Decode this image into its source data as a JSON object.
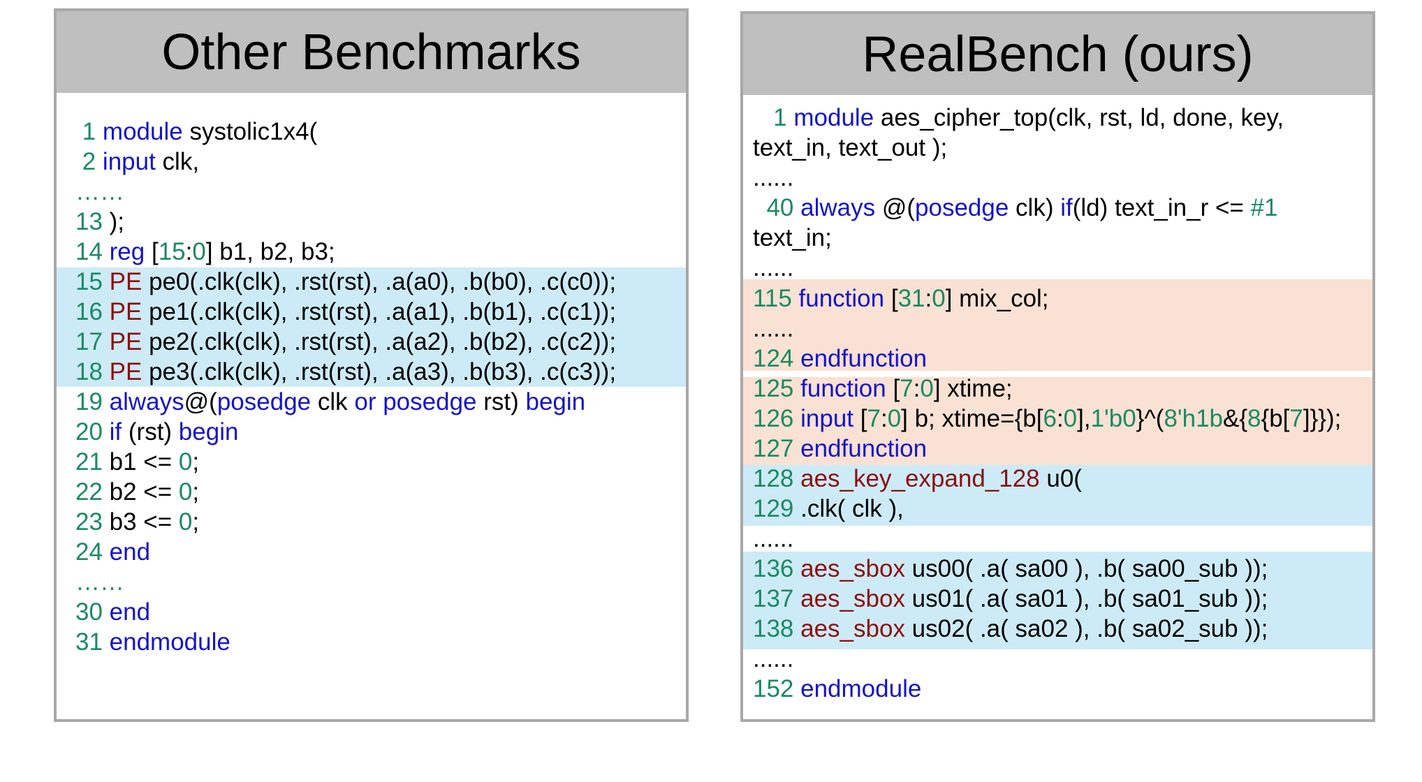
{
  "left": {
    "title": "Other Benchmarks",
    "lines": [
      [
        [
          "n",
          " 1 "
        ],
        [
          "k",
          "module"
        ],
        [
          "t",
          " systolic1x4("
        ]
      ],
      [
        [
          "n",
          " 2 "
        ],
        [
          "k",
          "input"
        ],
        [
          "t",
          " clk,"
        ]
      ],
      [
        [
          "n",
          "……"
        ]
      ],
      [
        [
          "n",
          "13 "
        ],
        [
          "t",
          ");"
        ]
      ],
      [
        [
          "n",
          "14 "
        ],
        [
          "k",
          "reg"
        ],
        [
          "t",
          " ["
        ],
        [
          "d",
          "15"
        ],
        [
          "t",
          ":"
        ],
        [
          "d",
          "0"
        ],
        [
          "t",
          "] b1, b2, b3;"
        ]
      ],
      [
        [
          "n",
          "15 "
        ],
        [
          "m",
          "PE"
        ],
        [
          "t",
          " pe0(.clk(clk), .rst(rst), .a(a0), .b(b0), .c(c0));"
        ]
      ],
      [
        [
          "n",
          "16 "
        ],
        [
          "m",
          "PE"
        ],
        [
          "t",
          " pe1(.clk(clk), .rst(rst), .a(a1), .b(b1), .c(c1));"
        ]
      ],
      [
        [
          "n",
          "17 "
        ],
        [
          "m",
          "PE"
        ],
        [
          "t",
          " pe2(.clk(clk), .rst(rst), .a(a2), .b(b2), .c(c2));"
        ]
      ],
      [
        [
          "n",
          "18 "
        ],
        [
          "m",
          "PE"
        ],
        [
          "t",
          " pe3(.clk(clk), .rst(rst), .a(a3), .b(b3), .c(c3));"
        ]
      ],
      [
        [
          "n",
          "19 "
        ],
        [
          "k",
          "always"
        ],
        [
          "t",
          "@("
        ],
        [
          "k",
          "posedge"
        ],
        [
          "t",
          " clk "
        ],
        [
          "k",
          "or"
        ],
        [
          "t",
          " "
        ],
        [
          "k",
          "posedge"
        ],
        [
          "t",
          " rst) "
        ],
        [
          "k",
          "begin"
        ]
      ],
      [
        [
          "n",
          "20 "
        ],
        [
          "k",
          "if"
        ],
        [
          "t",
          " (rst) "
        ],
        [
          "k",
          "begin"
        ]
      ],
      [
        [
          "n",
          "21 "
        ],
        [
          "t",
          "b1 <= "
        ],
        [
          "d",
          "0"
        ],
        [
          "t",
          ";"
        ]
      ],
      [
        [
          "n",
          "22 "
        ],
        [
          "t",
          "b2 <= "
        ],
        [
          "d",
          "0"
        ],
        [
          "t",
          ";"
        ]
      ],
      [
        [
          "n",
          "23 "
        ],
        [
          "t",
          "b3 <= "
        ],
        [
          "d",
          "0"
        ],
        [
          "t",
          ";"
        ]
      ],
      [
        [
          "n",
          "24 "
        ],
        [
          "k",
          "end"
        ]
      ],
      [
        [
          "n",
          "……"
        ]
      ],
      [
        [
          "n",
          "30 "
        ],
        [
          "k",
          "end"
        ]
      ],
      [
        [
          "n",
          "31 "
        ],
        [
          "k",
          "endmodule"
        ]
      ]
    ]
  },
  "right": {
    "title": "RealBench (ours)",
    "lines": [
      [
        [
          "n",
          "   1 "
        ],
        [
          "k",
          "module"
        ],
        [
          "t",
          " aes_cipher_top(clk, rst, ld, done, key,"
        ]
      ],
      [
        [
          "t",
          "text_in, text_out );"
        ]
      ],
      [
        [
          "t",
          "......"
        ]
      ],
      [
        [
          "n",
          "  40 "
        ],
        [
          "k",
          "always"
        ],
        [
          "t",
          " @("
        ],
        [
          "k",
          "posedge"
        ],
        [
          "t",
          " clk) "
        ],
        [
          "k",
          "if"
        ],
        [
          "t",
          "(ld) text_in_r <= "
        ],
        [
          "d",
          "#1"
        ]
      ],
      [
        [
          "t",
          "text_in;"
        ]
      ],
      [
        [
          "t",
          "......"
        ]
      ],
      [
        [
          "n",
          "115 "
        ],
        [
          "k",
          "function"
        ],
        [
          "t",
          " ["
        ],
        [
          "d",
          "31"
        ],
        [
          "t",
          ":"
        ],
        [
          "d",
          "0"
        ],
        [
          "t",
          "] mix_col;"
        ]
      ],
      [
        [
          "t",
          "......"
        ]
      ],
      [
        [
          "n",
          "124 "
        ],
        [
          "k",
          "endfunction"
        ]
      ],
      [
        [
          "n",
          "125 "
        ],
        [
          "k",
          "function"
        ],
        [
          "t",
          " ["
        ],
        [
          "d",
          "7"
        ],
        [
          "t",
          ":"
        ],
        [
          "d",
          "0"
        ],
        [
          "t",
          "] xtime;"
        ]
      ],
      [
        [
          "n",
          "126 "
        ],
        [
          "k",
          "input"
        ],
        [
          "t",
          " ["
        ],
        [
          "d",
          "7"
        ],
        [
          "t",
          ":"
        ],
        [
          "d",
          "0"
        ],
        [
          "t",
          "] b; xtime={b["
        ],
        [
          "d",
          "6"
        ],
        [
          "t",
          ":"
        ],
        [
          "d",
          "0"
        ],
        [
          "t",
          "],"
        ],
        [
          "d",
          "1'b0"
        ],
        [
          "t",
          "}^("
        ],
        [
          "d",
          "8'h1b"
        ],
        [
          "t",
          "&{"
        ],
        [
          "d",
          "8"
        ],
        [
          "t",
          "{b["
        ],
        [
          "d",
          "7"
        ],
        [
          "t",
          "]}});"
        ]
      ],
      [
        [
          "n",
          "127 "
        ],
        [
          "k",
          "endfunction"
        ]
      ],
      [
        [
          "n",
          "128 "
        ],
        [
          "m",
          "aes_key_expand_128"
        ],
        [
          "t",
          " u0("
        ]
      ],
      [
        [
          "n",
          "129 "
        ],
        [
          "t",
          ".clk( clk ),"
        ]
      ],
      [
        [
          "t",
          "......"
        ]
      ],
      [
        [
          "n",
          "136 "
        ],
        [
          "m",
          "aes_sbox"
        ],
        [
          "t",
          " us00( .a( sa00 ), .b( sa00_sub ));"
        ]
      ],
      [
        [
          "n",
          "137 "
        ],
        [
          "m",
          "aes_sbox"
        ],
        [
          "t",
          " us01( .a( sa01 ), .b( sa01_sub ));"
        ]
      ],
      [
        [
          "n",
          "138 "
        ],
        [
          "m",
          "aes_sbox"
        ],
        [
          "t",
          " us02( .a( sa02 ), .b( sa02_sub ));"
        ]
      ],
      [
        [
          "t",
          "......"
        ]
      ],
      [
        [
          "n",
          "152 "
        ],
        [
          "k",
          "endmodule"
        ]
      ]
    ]
  },
  "colors": {
    "line_number": "#1a8a62",
    "keyword": "#1414c8",
    "module_name": "#8c1010",
    "numeric": "#1a8a62",
    "highlight_instances": "#cdebf7",
    "highlight_functions": "#f9e1d3",
    "header_bg": "#bfbfbf",
    "border": "#a8a8a8"
  }
}
